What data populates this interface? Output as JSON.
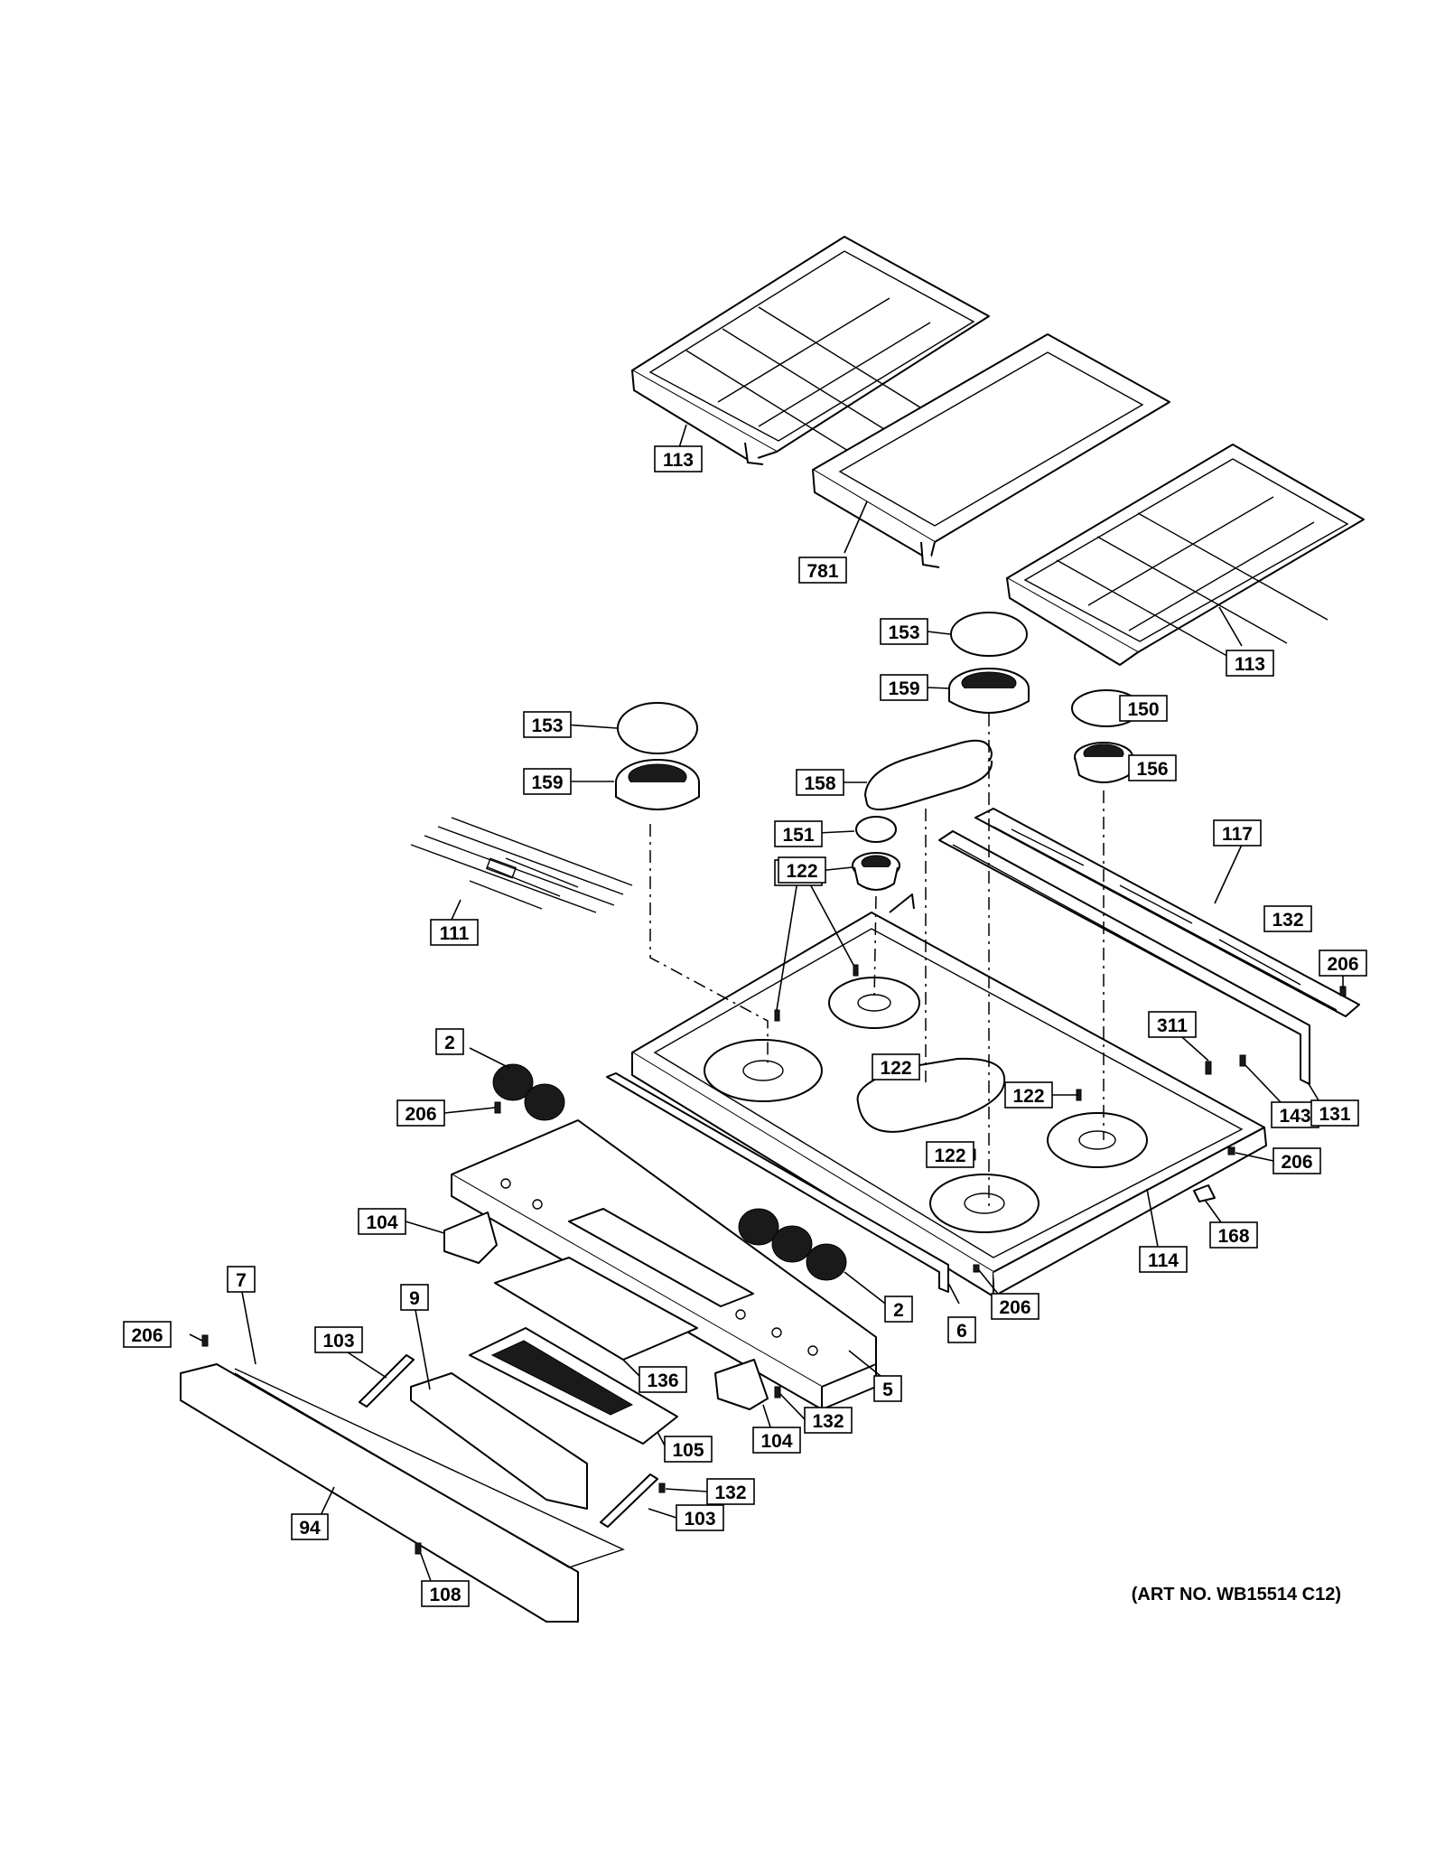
{
  "art_number": "(ART NO. WB15514 C12)",
  "callouts": [
    {
      "id": "c113a",
      "label": "113"
    },
    {
      "id": "c781",
      "label": "781"
    },
    {
      "id": "c113b",
      "label": "113"
    },
    {
      "id": "c153a",
      "label": "153"
    },
    {
      "id": "c159a",
      "label": "159"
    },
    {
      "id": "c150",
      "label": "150"
    },
    {
      "id": "c153b",
      "label": "153"
    },
    {
      "id": "c156",
      "label": "156"
    },
    {
      "id": "c159b",
      "label": "159"
    },
    {
      "id": "c158",
      "label": "158"
    },
    {
      "id": "c151",
      "label": "151"
    },
    {
      "id": "c155",
      "label": "155"
    },
    {
      "id": "c122a",
      "label": "122"
    },
    {
      "id": "c117",
      "label": "117"
    },
    {
      "id": "c132a",
      "label": "132"
    },
    {
      "id": "c206a",
      "label": "206"
    },
    {
      "id": "c111",
      "label": "111"
    },
    {
      "id": "c311",
      "label": "311"
    },
    {
      "id": "c2a",
      "label": "2"
    },
    {
      "id": "c122b",
      "label": "122"
    },
    {
      "id": "c122c",
      "label": "122"
    },
    {
      "id": "c143",
      "label": "143"
    },
    {
      "id": "c131",
      "label": "131"
    },
    {
      "id": "c206b",
      "label": "206"
    },
    {
      "id": "c122d",
      "label": "122"
    },
    {
      "id": "c206c",
      "label": "206"
    },
    {
      "id": "c104a",
      "label": "104"
    },
    {
      "id": "c168",
      "label": "168"
    },
    {
      "id": "c114",
      "label": "114"
    },
    {
      "id": "c7",
      "label": "7"
    },
    {
      "id": "c9",
      "label": "9"
    },
    {
      "id": "c2b",
      "label": "2"
    },
    {
      "id": "c206d",
      "label": "206"
    },
    {
      "id": "c6",
      "label": "6"
    },
    {
      "id": "c206e",
      "label": "206"
    },
    {
      "id": "c103a",
      "label": "103"
    },
    {
      "id": "c136",
      "label": "136"
    },
    {
      "id": "c5",
      "label": "5"
    },
    {
      "id": "c132b",
      "label": "132"
    },
    {
      "id": "c105",
      "label": "105"
    },
    {
      "id": "c104b",
      "label": "104"
    },
    {
      "id": "c132c",
      "label": "132"
    },
    {
      "id": "c94",
      "label": "94"
    },
    {
      "id": "c103b",
      "label": "103"
    },
    {
      "id": "c108",
      "label": "108"
    }
  ]
}
